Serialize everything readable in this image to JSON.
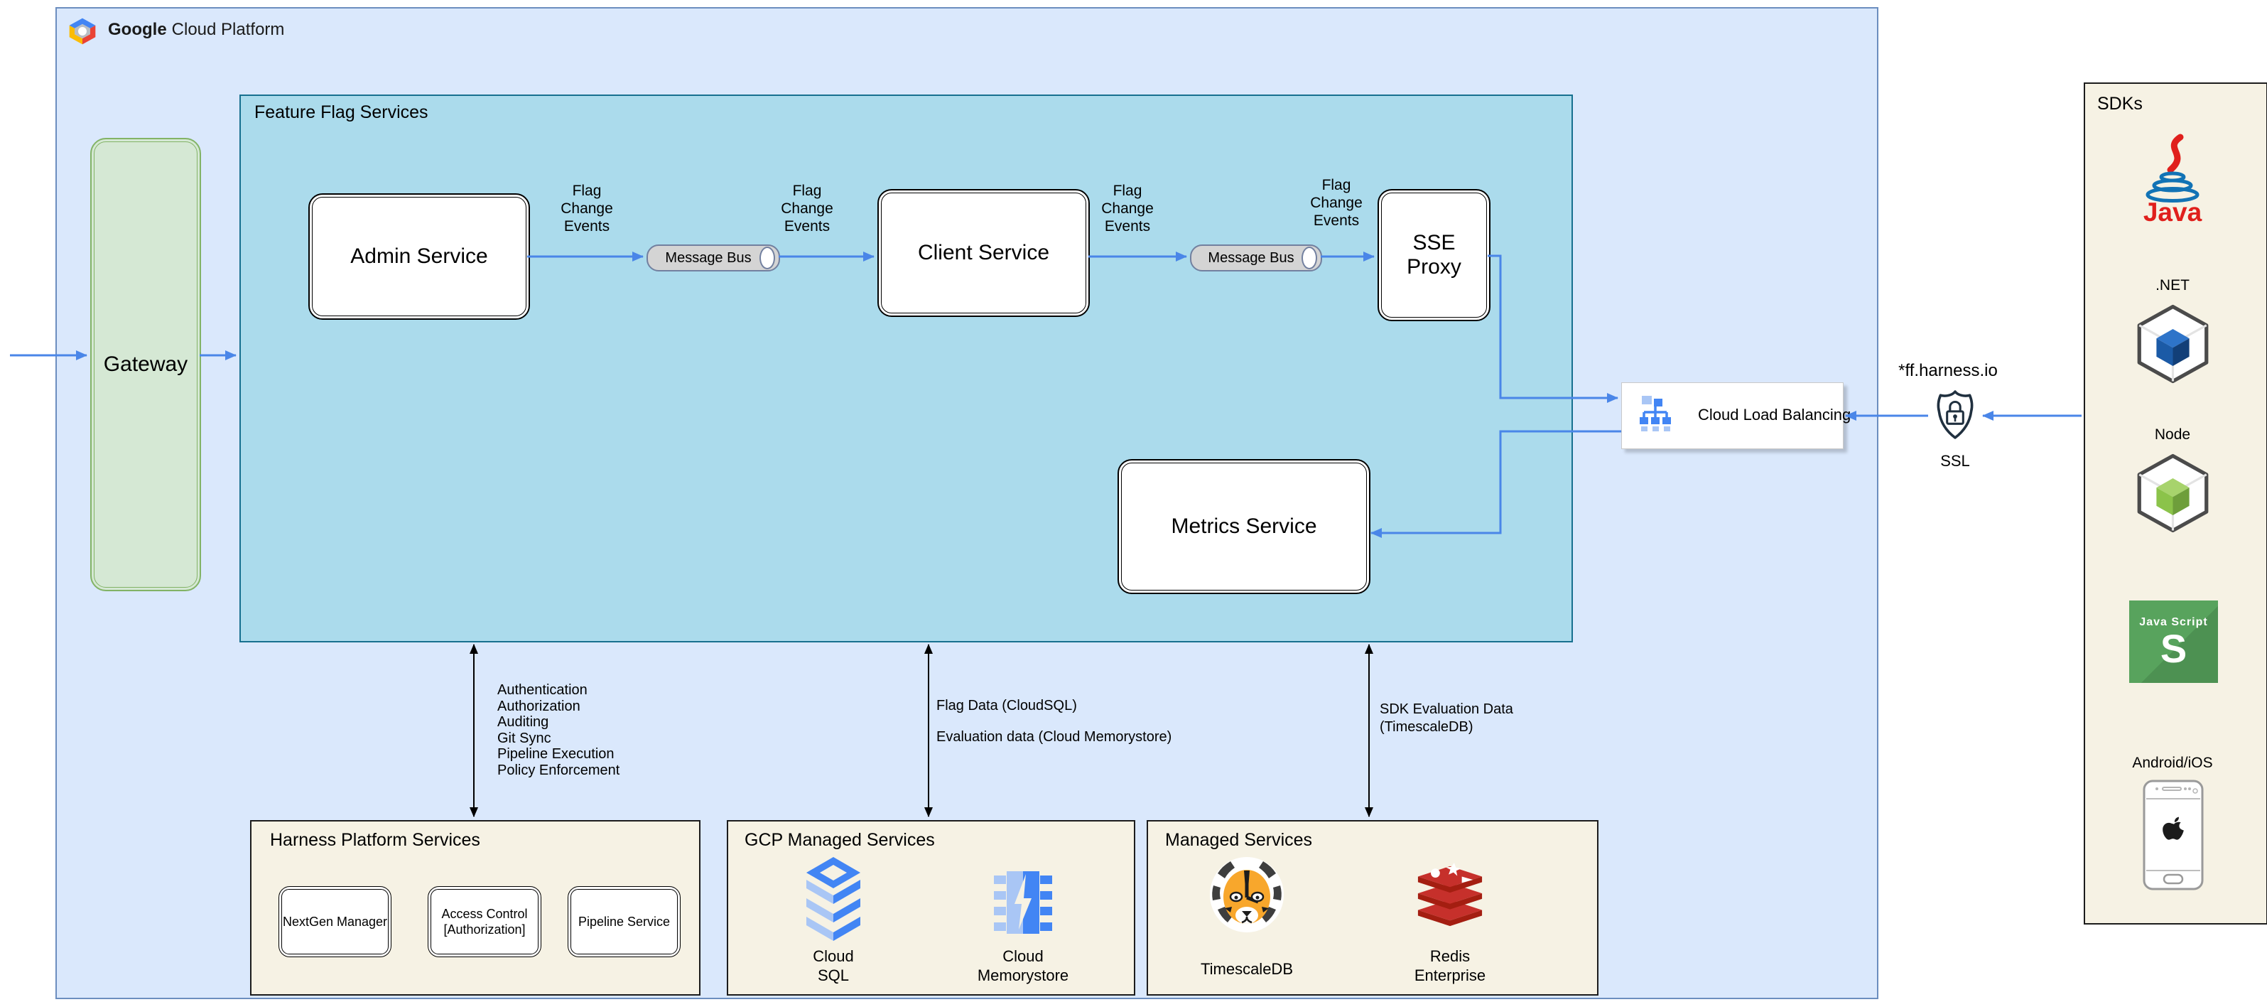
{
  "header": {
    "brand": "Google",
    "brand_suffix": "Cloud Platform"
  },
  "gateway_label": "Gateway",
  "feature_flag_services": {
    "title": "Feature Flag Services",
    "admin_service": "Admin Service",
    "client_service": "Client Service",
    "sse_proxy": "SSE\nProxy",
    "metrics_service": "Metrics Service",
    "message_bus": "Message Bus",
    "flag_change_events": "Flag\nChange\nEvents"
  },
  "load_balancer": {
    "label": "Cloud Load Balancing"
  },
  "ssl": {
    "domain": "*ff.harness.io",
    "label": "SSL"
  },
  "sdks": {
    "title": "SDKs",
    "java_text": "Java",
    "dotnet_label": ".NET",
    "node_label": "Node",
    "js_title": "Java Script",
    "js_letter": "S",
    "mobile_label": "Android/iOS"
  },
  "edges": {
    "platform_functions": "Authentication\nAuthorization\nAuditing\nGit Sync\nPipeline Execution\nPolicy Enforcement",
    "flag_data": "Flag Data (CloudSQL)",
    "evaluation_data": "Evaluation data (Cloud Memorystore)",
    "sdk_evaluation_data": "SDK Evaluation Data\n(TimescaleDB)"
  },
  "harness_platform": {
    "title": "Harness Platform Services",
    "services": [
      "NextGen Manager",
      "Access Control\n[Authorization]",
      "Pipeline Service"
    ]
  },
  "gcp_managed": {
    "title": "GCP Managed Services",
    "cloud_sql": "Cloud\nSQL",
    "cloud_memorystore": "Cloud\nMemorystore"
  },
  "managed": {
    "title": "Managed Services",
    "timescaledb": "TimescaleDB",
    "redis": "Redis\nEnterprise"
  },
  "colors": {
    "outer_fill": "#dae8fc",
    "outer_stroke": "#6c8ebf",
    "ffs_fill": "#abdbec",
    "ffs_stroke": "#17708f",
    "gateway_fill": "#d5e8d4",
    "gateway_stroke": "#82b366",
    "group_fill": "#f6f2e4",
    "arrow_blue": "#4a86e8",
    "arrow_black": "#000000",
    "gcp_icon_blue": "#4285f4",
    "gcp_icon_light": "#a9c6f5"
  }
}
